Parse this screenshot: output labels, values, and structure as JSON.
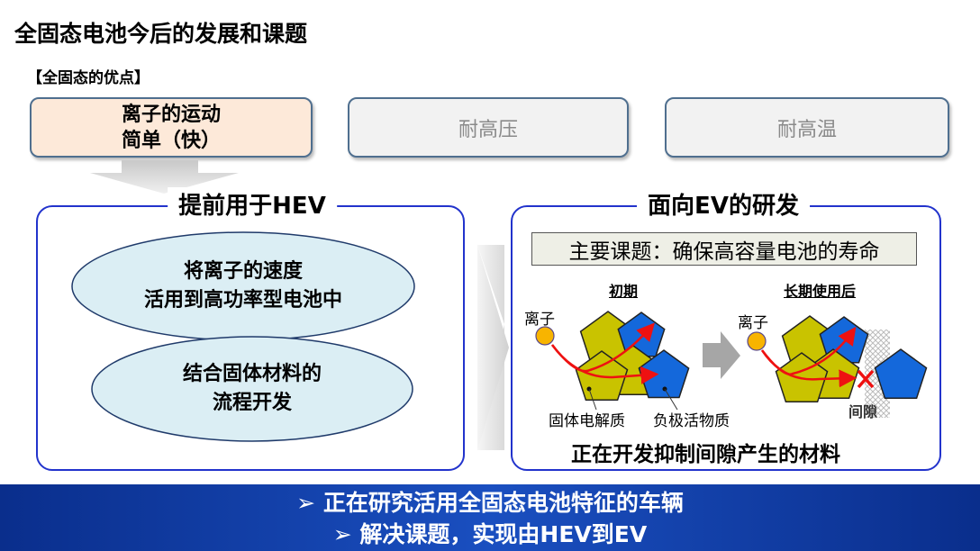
{
  "title": "全固态电池今后的发展和课题",
  "subtitle": "【全固态的优点】",
  "advantages": [
    {
      "line1": "离子的运动",
      "line2": "简单（快）"
    },
    {
      "label": "耐高压"
    },
    {
      "label": "耐高温"
    }
  ],
  "left_panel": {
    "title": "提前用于HEV",
    "ellipses": [
      {
        "line1": "将离子的速度",
        "line2": "活用到高功率型电池中"
      },
      {
        "line1": "结合固体材料的",
        "line2": "流程开发"
      }
    ]
  },
  "right_panel": {
    "title": "面向EV的研发",
    "goal": "主要课题：确保高容量电池的寿命",
    "initial_label": "初期",
    "after_label": "长期使用后",
    "ion_label": "离子",
    "electrolyte_label": "固体电解质",
    "active_label": "负极活物质",
    "gap_label": "间隙",
    "conclusion": "正在开发抑制间隙产生的材料"
  },
  "banner": [
    "➢ 正在研究活用全固态电池特征的车辆",
    "➢ 解决课题，实现由HEV到EV"
  ],
  "colors": {
    "electrolyte": "#c9c300",
    "active": "#1468db",
    "ion": "#f8b400",
    "arrow": "#ee1111",
    "banner": "#0a2e8c"
  }
}
